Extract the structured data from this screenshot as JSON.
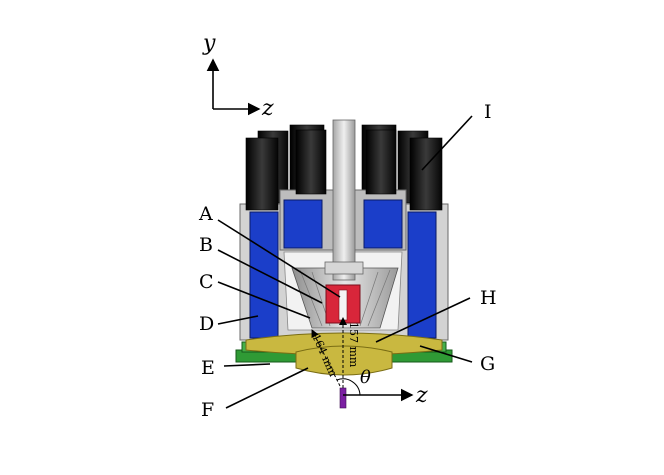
{
  "axes": {
    "y": "y",
    "z_top": "z",
    "z_bottom": "z",
    "theta": "θ"
  },
  "labels": [
    "A",
    "B",
    "C",
    "D",
    "E",
    "F",
    "G",
    "H",
    "I"
  ],
  "dimensions": {
    "d1": "164 mm",
    "d2": "157 mm"
  },
  "colors": {
    "magnet_blue": "#1b3ec9",
    "rod_black": "#141414",
    "housing_gray": "#c9c9c9",
    "cone_silver": "#b9b9b9",
    "sample_red": "#d8263a",
    "plate_olive": "#c9b840",
    "pcb_green": "#2f9a35",
    "probe_purple": "#7b1fa2"
  }
}
